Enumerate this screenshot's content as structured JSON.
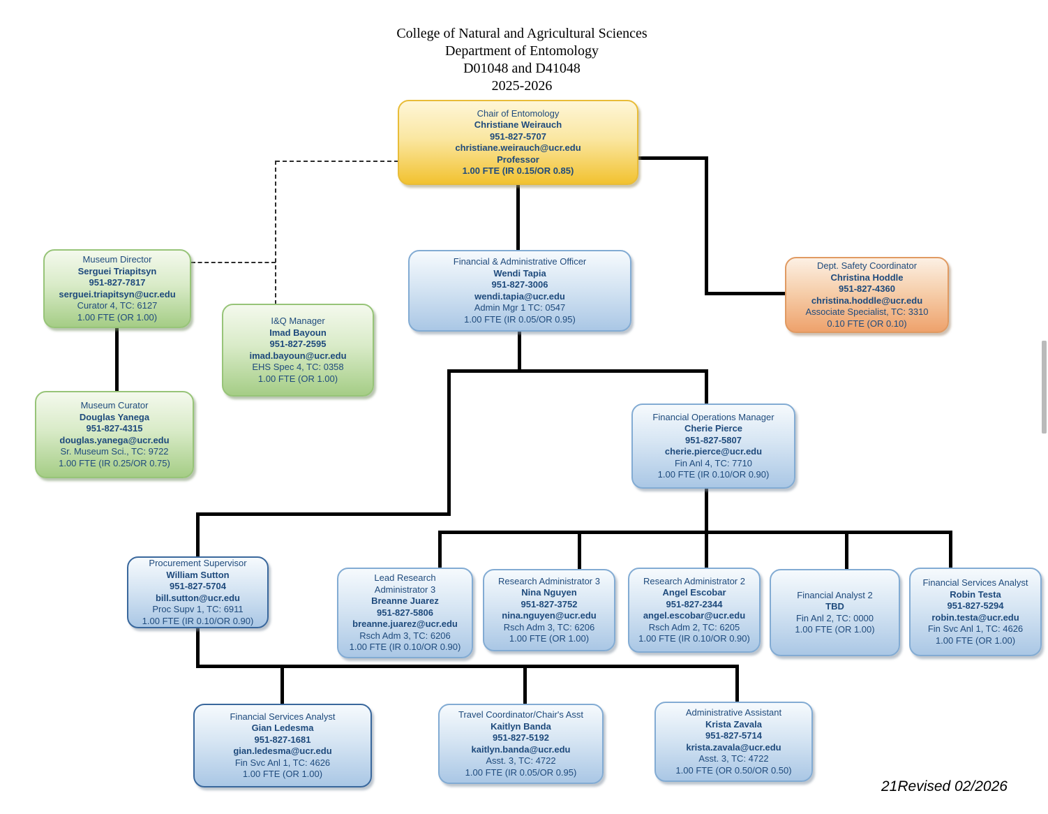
{
  "title": {
    "line1": "College of Natural and Agricultural Sciences",
    "line2": "Department of Entomology",
    "line3": "D01048 and D41048",
    "line4": "2025-2026"
  },
  "footer": {
    "revision": "21Revised 02/2026"
  },
  "colors": {
    "chair_fill": "#F2C230",
    "museum_fill": "#A5CD86",
    "finance_fill": "#AAC7E5",
    "safety_fill": "#EEA26C",
    "text": "#1E4A7C",
    "connector": "#000000"
  },
  "boxes": {
    "chair": {
      "lines": [
        {
          "text": "Chair of Entomology",
          "bold": false
        },
        {
          "text": "Christiane Weirauch",
          "bold": true
        },
        {
          "text": "951-827-5707",
          "bold": true
        },
        {
          "text": "christiane.weirauch@ucr.edu",
          "bold": true
        },
        {
          "text": "Professor",
          "bold": true
        },
        {
          "text": "1.00 FTE (IR 0.15/OR 0.85)",
          "bold": true
        }
      ]
    },
    "museum_director": {
      "lines": [
        {
          "text": "Museum Director",
          "bold": false
        },
        {
          "text": "Serguei Triapitsyn",
          "bold": true
        },
        {
          "text": "951-827-7817",
          "bold": true
        },
        {
          "text": "serguei.triapitsyn@ucr.edu",
          "bold": true
        },
        {
          "text": "Curator 4, TC: 6127",
          "bold": false
        },
        {
          "text": "1.00 FTE (OR 1.00)",
          "bold": false
        }
      ]
    },
    "iq_manager": {
      "lines": [
        {
          "text": "I&Q Manager",
          "bold": false
        },
        {
          "text": "Imad Bayoun",
          "bold": true
        },
        {
          "text": "951-827-2595",
          "bold": true
        },
        {
          "text": "imad.bayoun@ucr.edu",
          "bold": true
        },
        {
          "text": "EHS Spec 4, TC: 0358",
          "bold": false
        },
        {
          "text": "1.00 FTE (OR 1.00)",
          "bold": false
        }
      ]
    },
    "museum_curator": {
      "lines": [
        {
          "text": "Museum Curator",
          "bold": false
        },
        {
          "text": "Douglas Yanega",
          "bold": true
        },
        {
          "text": "951-827-4315",
          "bold": true
        },
        {
          "text": "douglas.yanega@ucr.edu",
          "bold": true
        },
        {
          "text": "Sr. Museum Sci., TC: 9722",
          "bold": false
        },
        {
          "text": "1.00 FTE (IR 0.25/OR 0.75)",
          "bold": false
        }
      ]
    },
    "fao": {
      "lines": [
        {
          "text": "Financial & Administrative Officer",
          "bold": false
        },
        {
          "text": "Wendi Tapia",
          "bold": true
        },
        {
          "text": "951-827-3006",
          "bold": true
        },
        {
          "text": "wendi.tapia@ucr.edu",
          "bold": true
        },
        {
          "text": "Admin Mgr 1 TC:  0547",
          "bold": false
        },
        {
          "text": "1.00 FTE (IR 0.05/OR 0.95)",
          "bold": false
        }
      ]
    },
    "safety": {
      "lines": [
        {
          "text": "Dept. Safety Coordinator",
          "bold": false
        },
        {
          "text": "Christina Hoddle",
          "bold": true
        },
        {
          "text": "951-827-4360",
          "bold": true
        },
        {
          "text": "christina.hoddle@ucr.edu",
          "bold": true
        },
        {
          "text": "Associate Specialist, TC: 3310",
          "bold": false
        },
        {
          "text": "0.10 FTE (OR 0.10)",
          "bold": false
        }
      ]
    },
    "fom": {
      "lines": [
        {
          "text": "Financial Operations Manager",
          "bold": false
        },
        {
          "text": "Cherie Pierce",
          "bold": true
        },
        {
          "text": "951-827-5807",
          "bold": true
        },
        {
          "text": "cherie.pierce@ucr.edu",
          "bold": true
        },
        {
          "text": "Fin Anl 4, TC: 7710",
          "bold": false
        },
        {
          "text": "1.00 FTE (IR 0.10/OR 0.90)",
          "bold": false
        }
      ]
    },
    "procurement": {
      "lines": [
        {
          "text": "Procurement Supervisor",
          "bold": false
        },
        {
          "text": "William Sutton",
          "bold": true
        },
        {
          "text": "951-827-5704",
          "bold": true
        },
        {
          "text": "bill.sutton@ucr.edu",
          "bold": true
        },
        {
          "text": "Proc Supv 1, TC: 6911",
          "bold": false
        },
        {
          "text": "1.00 FTE (IR 0.10/OR 0.90)",
          "bold": false
        }
      ]
    },
    "lead_ra3": {
      "lines": [
        {
          "text": "Lead Research",
          "bold": false
        },
        {
          "text": "Administrator 3",
          "bold": false
        },
        {
          "text": "Breanne Juarez",
          "bold": true
        },
        {
          "text": "951-827-5806",
          "bold": true
        },
        {
          "text": "breanne.juarez@ucr.edu",
          "bold": true
        },
        {
          "text": "Rsch Adm 3, TC: 6206",
          "bold": false
        },
        {
          "text": "1.00 FTE (IR 0.10/OR 0.90)",
          "bold": false
        }
      ]
    },
    "ra3": {
      "lines": [
        {
          "text": "Research Administrator 3",
          "bold": false
        },
        {
          "text": "Nina Nguyen",
          "bold": true
        },
        {
          "text": "951-827-3752",
          "bold": true
        },
        {
          "text": "nina.nguyen@ucr.edu",
          "bold": true
        },
        {
          "text": "Rsch Adm 3, TC: 6206",
          "bold": false
        },
        {
          "text": "1.00 FTE (OR 1.00)",
          "bold": false
        }
      ]
    },
    "ra2": {
      "lines": [
        {
          "text": "Research Administrator 2",
          "bold": false
        },
        {
          "text": "Angel Escobar",
          "bold": true
        },
        {
          "text": "951-827-2344",
          "bold": true
        },
        {
          "text": "angel.escobar@ucr.edu",
          "bold": true
        },
        {
          "text": "Rsch Adm 2, TC: 6205",
          "bold": false
        },
        {
          "text": "1.00 FTE (IR 0.10/OR 0.90)",
          "bold": false
        }
      ]
    },
    "fa2": {
      "lines": [
        {
          "text": "Financial Analyst 2",
          "bold": false
        },
        {
          "text": "TBD",
          "bold": true
        },
        {
          "text": "Fin Anl 2, TC: 0000",
          "bold": false
        },
        {
          "text": "1.00 FTE (OR 1.00)",
          "bold": false
        }
      ]
    },
    "fsa_robin": {
      "lines": [
        {
          "text": "Financial Services Analyst",
          "bold": false
        },
        {
          "text": "Robin Testa",
          "bold": true
        },
        {
          "text": "951-827-5294",
          "bold": true
        },
        {
          "text": "robin.testa@ucr.edu",
          "bold": true
        },
        {
          "text": "Fin Svc Anl 1, TC: 4626",
          "bold": false
        },
        {
          "text": "1.00 FTE (OR 1.00)",
          "bold": false
        }
      ]
    },
    "fsa_gian": {
      "lines": [
        {
          "text": "Financial Services Analyst",
          "bold": false
        },
        {
          "text": "Gian Ledesma",
          "bold": true
        },
        {
          "text": "951-827-1681",
          "bold": true
        },
        {
          "text": "gian.ledesma@ucr.edu",
          "bold": true
        },
        {
          "text": "Fin Svc Anl 1, TC: 4626",
          "bold": false
        },
        {
          "text": "1.00 FTE (OR 1.00)",
          "bold": false
        }
      ]
    },
    "travel": {
      "lines": [
        {
          "text": "Travel Coordinator/Chair's Asst",
          "bold": false
        },
        {
          "text": "Kaitlyn Banda",
          "bold": true
        },
        {
          "text": "951-827-5192",
          "bold": true
        },
        {
          "text": "kaitlyn.banda@ucr.edu",
          "bold": true
        },
        {
          "text": "Asst. 3, TC: 4722",
          "bold": false
        },
        {
          "text": "1.00 FTE (IR 0.05/OR 0.95)",
          "bold": false
        }
      ]
    },
    "admin_asst": {
      "lines": [
        {
          "text": "Administrative Assistant",
          "bold": false
        },
        {
          "text": "Krista Zavala",
          "bold": true
        },
        {
          "text": "951-827-5714",
          "bold": true
        },
        {
          "text": "krista.zavala@ucr.edu",
          "bold": true
        },
        {
          "text": "Asst. 3, TC: 4722",
          "bold": false
        },
        {
          "text": "1.00 FTE (OR 0.50/OR 0.50)",
          "bold": false
        }
      ]
    }
  }
}
